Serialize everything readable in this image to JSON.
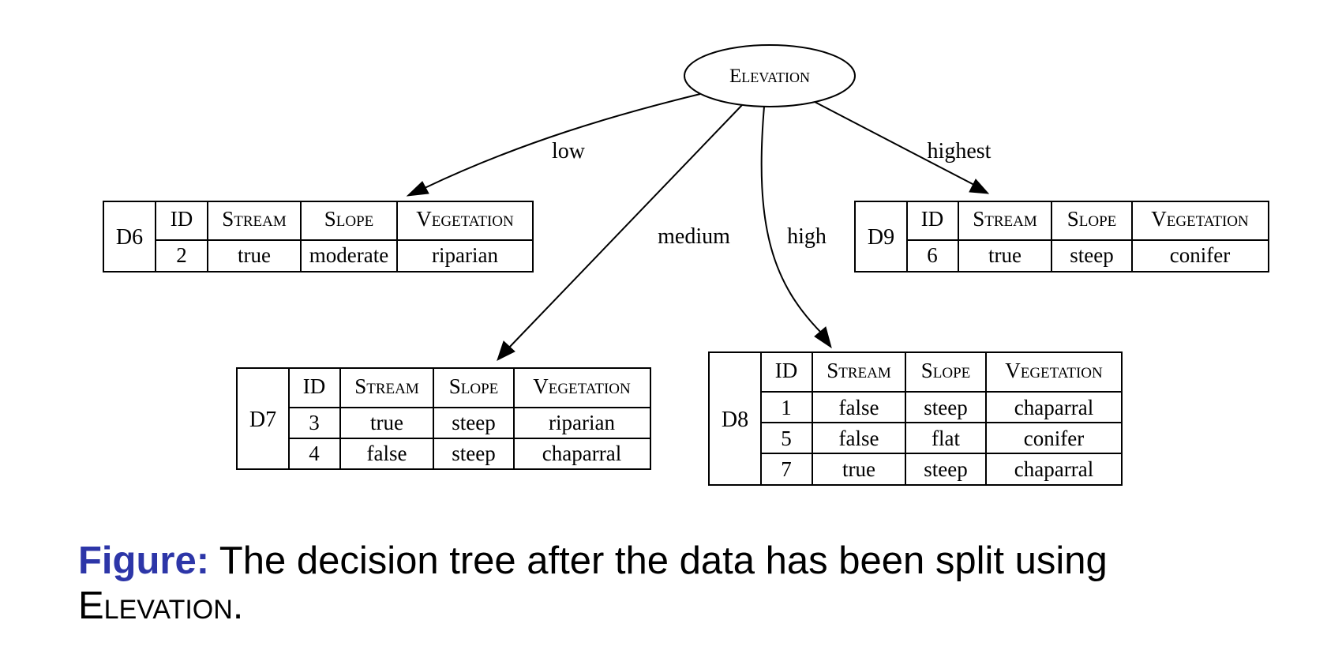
{
  "root": {
    "label": "Elevation"
  },
  "edges": [
    {
      "label": "low",
      "target": "D6"
    },
    {
      "label": "medium",
      "target": "D7"
    },
    {
      "label": "high",
      "target": "D8"
    },
    {
      "label": "highest",
      "target": "D9"
    }
  ],
  "tables": [
    {
      "name": "D6",
      "headers": [
        "ID",
        "Stream",
        "Slope",
        "Vegetation"
      ],
      "rows": [
        [
          "2",
          "true",
          "moderate",
          "riparian"
        ]
      ]
    },
    {
      "name": "D7",
      "headers": [
        "ID",
        "Stream",
        "Slope",
        "Vegetation"
      ],
      "rows": [
        [
          "3",
          "true",
          "steep",
          "riparian"
        ],
        [
          "4",
          "false",
          "steep",
          "chaparral"
        ]
      ]
    },
    {
      "name": "D8",
      "headers": [
        "ID",
        "Stream",
        "Slope",
        "Vegetation"
      ],
      "rows": [
        [
          "1",
          "false",
          "steep",
          "chaparral"
        ],
        [
          "5",
          "false",
          "flat",
          "conifer"
        ],
        [
          "7",
          "true",
          "steep",
          "chaparral"
        ]
      ]
    },
    {
      "name": "D9",
      "headers": [
        "ID",
        "Stream",
        "Slope",
        "Vegetation"
      ],
      "rows": [
        [
          "6",
          "true",
          "steep",
          "conifer"
        ]
      ]
    }
  ],
  "caption": {
    "label": "Figure:",
    "text": "The decision tree after the data has been split using",
    "attribute": "Elevation",
    "end": "."
  }
}
